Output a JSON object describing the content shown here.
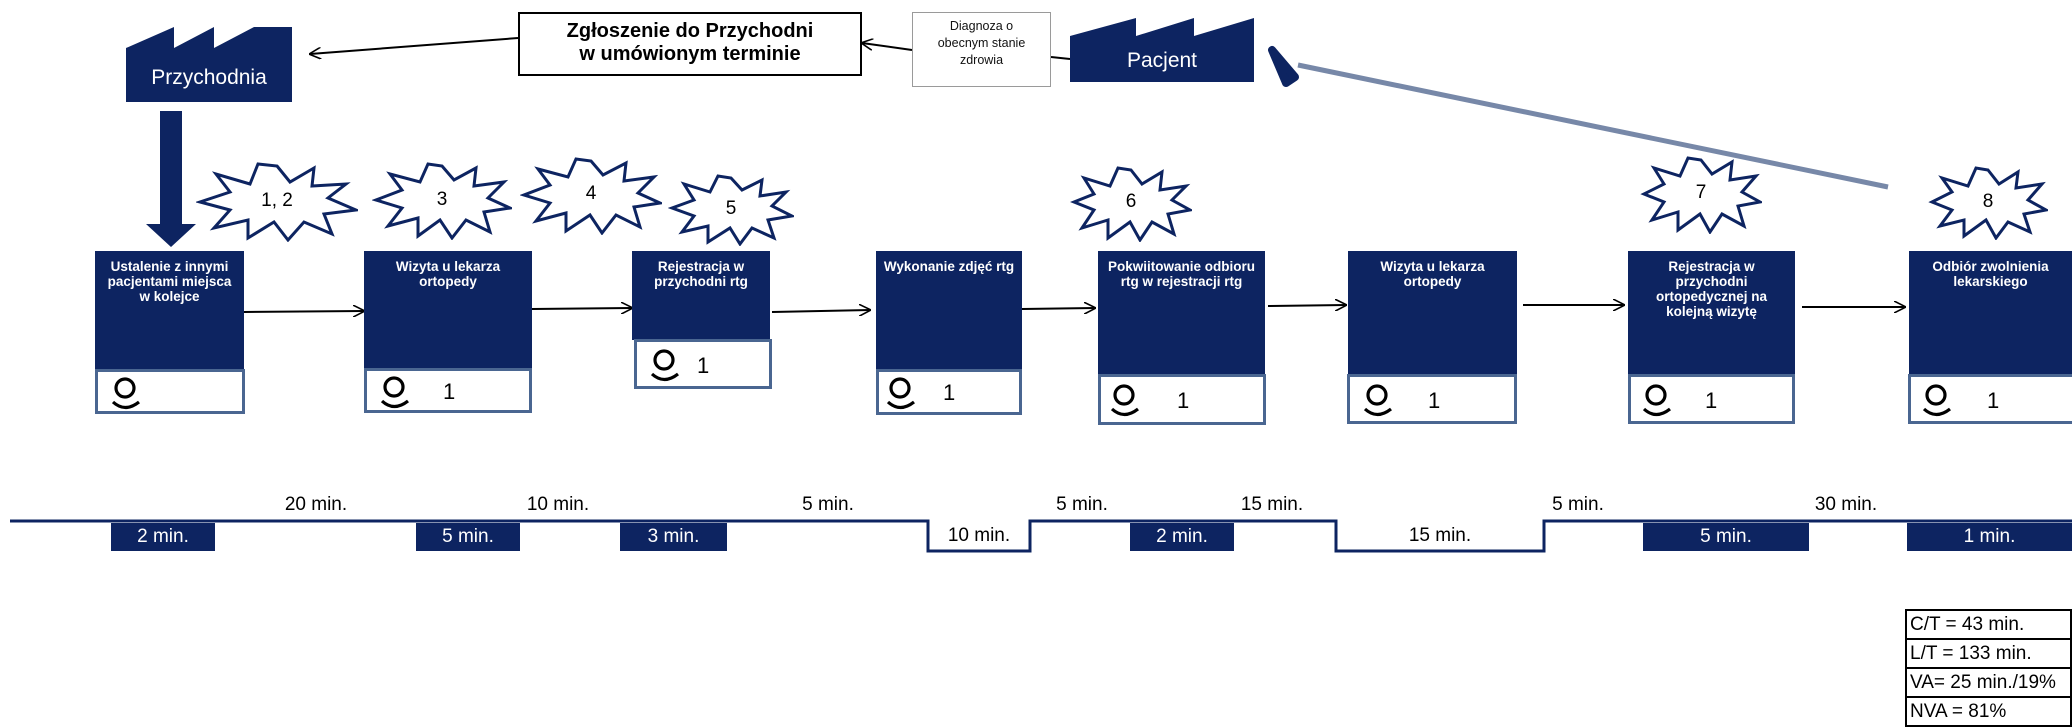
{
  "supplier": {
    "label": "Przychodnia"
  },
  "customer": {
    "label": "Pacjent"
  },
  "order_box": {
    "line1": "Zgłoszenie do Przychodni",
    "line2": "w umówionym terminie"
  },
  "diagnosis_box": {
    "line1": "Diagnoza o",
    "line2": "obecnym stanie",
    "line3": "zdrowia"
  },
  "colors": {
    "navy": "#0d2461",
    "operator_border": "#4a6691",
    "feedback_arrow": "#7788a8"
  },
  "bursts": [
    "1, 2",
    "3",
    "4",
    "5",
    "6",
    "7",
    "8"
  ],
  "processes": [
    {
      "name": "Ustalenie z innymi pacjentami miejsca w kolejce",
      "operators": ""
    },
    {
      "name": "Wizyta u lekarza ortopedy",
      "operators": "1"
    },
    {
      "name": "Rejestracja w przychodni rtg",
      "operators": "1"
    },
    {
      "name": "Wykonanie zdjęć rtg",
      "operators": "1"
    },
    {
      "name": "Pokwiitowanie odbioru rtg w rejestracji rtg",
      "operators": "1"
    },
    {
      "name": "Wizyta u lekarza ortopedy",
      "operators": "1"
    },
    {
      "name": "Rejestracja w przychodni ortopedycznej na kolejną wizytę",
      "operators": "1"
    },
    {
      "name": "Odbiór zwolnienia lekarskiego",
      "operators": "1"
    }
  ],
  "timeline": {
    "waits": [
      "20 min.",
      "10 min.",
      "5 min.",
      "5 min.",
      "15 min.",
      "5 min.",
      "30 min."
    ],
    "process_times": [
      "2 min.",
      "5 min.",
      "3 min.",
      "10 min.",
      "2 min.",
      "15 min.",
      "5 min.",
      "1 min."
    ]
  },
  "summary": {
    "ct": "C/T = 43 min.",
    "lt": "L/T = 133 min.",
    "va": "VA= 25 min./19%",
    "nva": "NVA = 81%"
  }
}
